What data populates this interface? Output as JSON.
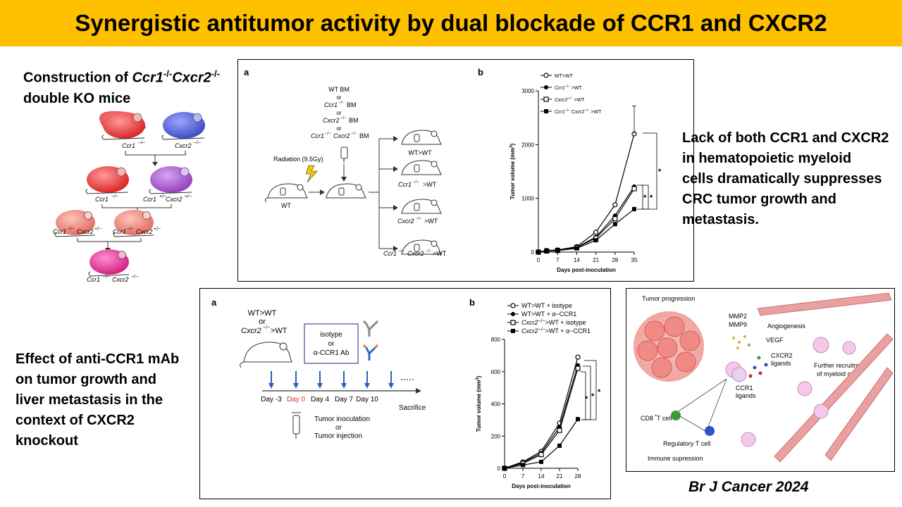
{
  "title": "Synergistic antitumor activity by dual blockade of CCR1 and CXCR2",
  "left_heading": {
    "line1_pre": "Construction of ",
    "line1_gene1": "Ccr1",
    "line1_sup1": "-/-",
    "line1_gene2": "Cxcr2",
    "line1_sup2": "-/-",
    "line2": "double KO mice"
  },
  "breeding": {
    "gen0": [
      "Ccr1",
      "Cxcr2"
    ],
    "gen1": [
      "Ccr1",
      "Ccr1",
      "Cxcr2"
    ],
    "gen2": [
      "Ccr1",
      "Cxcr2",
      "Ccr1",
      "Cxcr2"
    ],
    "gen3": [
      "Ccr1",
      "Cxcr2"
    ],
    "sup_ko": "−/−",
    "sup_het": "+/−"
  },
  "right_text": [
    "Lack of both CCR1 and CXCR2",
    "in hematopoietic myeloid",
    "cells dramatically suppresses",
    "CRC tumor growth and",
    "metastasis."
  ],
  "left_text2": [
    "Effect of anti-CCR1 mAb",
    "on tumor growth and",
    "liver metastasis in the",
    "context of CXCR2",
    "knockout"
  ],
  "citation": "Br J Cancer 2024",
  "panel1": {
    "label_a": "a",
    "label_b": "b",
    "bm_options": {
      "wt_bm": "WT BM",
      "or": "or",
      "ccr1": "Ccr1",
      "cxcr2": "Cxcr2",
      "bm": "BM",
      "sup": "−/−"
    },
    "radiation": "Radiation (9.5Gy)",
    "donor": "WT",
    "recipients": [
      "WT>WT",
      "Ccr1",
      ">WT",
      "Cxcr2",
      ">WT",
      "Ccr1",
      "Cxcr2",
      ">WT"
    ],
    "sup": "−/−"
  },
  "panel2": {
    "label_a": "a",
    "label_b": "b",
    "groups": {
      "wtwt": "WT>WT",
      "or": "or",
      "cxcr2": "Cxcr2",
      "sup": "−/−",
      "gt": ">WT"
    },
    "treatment": {
      "line1": "isotype",
      "line2": "or",
      "line3": "α-CCR1 Ab"
    },
    "timeline": [
      "Day -3",
      "Day 0",
      "Day 4",
      "Day 7",
      "Day 10"
    ],
    "sacrifice": "Sacrifice",
    "inoculation": {
      "line1": "Tumor inoculation",
      "line2": "or",
      "line3": "Tumor injection"
    }
  },
  "panel3": {
    "labels": {
      "progression": "Tumor progression",
      "mmp2": "MMP2",
      "mmp9": "MMP9",
      "angio": "Angiogenesis",
      "vegf": "VEGF",
      "cxcr2_lig1": "CXCR2",
      "cxcr2_lig2": "ligands",
      "recruit1": "Further recruitment",
      "recruit2": "of myeloid cells",
      "ccr1_lig1": "CCR1",
      "ccr1_lig2": "ligands",
      "cd8": "CD8",
      "cd8_sup": "+",
      "cd8_rest": " T cell",
      "treg": "Regulatory T cell",
      "immune": "Immune supression"
    }
  },
  "chart_data": [
    {
      "type": "line",
      "xlabel": "Days post-inoculation",
      "ylabel": "Tumor volume (mm",
      "ylabel_sup": "3",
      "ylabel_end": ")",
      "xlim": [
        0,
        35
      ],
      "ylim": [
        0,
        3000
      ],
      "xticks": [
        0,
        7,
        14,
        21,
        28,
        35
      ],
      "yticks": [
        0,
        1000,
        2000,
        3000
      ],
      "x": [
        0,
        3,
        7,
        14,
        21,
        28,
        35
      ],
      "series": [
        {
          "name": "WT>WT",
          "marker": "open-circle",
          "values": [
            0,
            30,
            40,
            100,
            370,
            880,
            2200
          ]
        },
        {
          "name": "Ccr1−/− >WT",
          "name_parts": [
            "Ccr1",
            "−/−",
            " >WT"
          ],
          "marker": "filled-circle",
          "values": [
            0,
            25,
            35,
            90,
            280,
            680,
            1220
          ]
        },
        {
          "name": "Cxcr2−/− >WT",
          "name_parts": [
            "Cxcr2",
            "−/−",
            " >WT"
          ],
          "marker": "open-square",
          "values": [
            0,
            20,
            30,
            85,
            260,
            620,
            1180
          ]
        },
        {
          "name": "Ccr1−/− Cxcr2−/− >WT",
          "name_parts": [
            "Ccr1",
            "−/−",
            " Cxcr2",
            "−/−",
            " >WT"
          ],
          "marker": "filled-square",
          "values": [
            0,
            18,
            28,
            70,
            220,
            520,
            800
          ]
        }
      ],
      "annotations": [
        "*",
        "*",
        "*"
      ],
      "legend": "top-left"
    },
    {
      "type": "line",
      "xlabel": "Days post-inoculation",
      "ylabel": "Tumor volume (mm",
      "ylabel_sup": "3",
      "ylabel_end": ")",
      "xlim": [
        0,
        28
      ],
      "ylim": [
        0,
        800
      ],
      "xticks": [
        0,
        7,
        14,
        21,
        28
      ],
      "yticks": [
        0,
        200,
        400,
        600,
        800
      ],
      "x": [
        0,
        7,
        14,
        21,
        28
      ],
      "series": [
        {
          "name": "WT>WT + isotype",
          "name_parts": [
            "WT>WT + isotype"
          ],
          "marker": "open-circle",
          "values": [
            0,
            40,
            105,
            280,
            690
          ]
        },
        {
          "name": "WT>WT + α−CCR1",
          "name_parts": [
            "WT>WT + α−CCR1"
          ],
          "marker": "filled-circle",
          "values": [
            0,
            35,
            95,
            255,
            640
          ]
        },
        {
          "name": "Cxcr2−/−>WT + isotype",
          "name_parts": [
            "Cxcr2",
            "−/−",
            ">WT + isotype"
          ],
          "marker": "open-square",
          "values": [
            0,
            30,
            85,
            235,
            620
          ]
        },
        {
          "name": "Cxcr2−/−>WT + α−CCR1",
          "name_parts": [
            "Cxcr2",
            "−/−",
            ">WT + α−CCR1"
          ],
          "marker": "filled-square",
          "values": [
            0,
            20,
            40,
            140,
            305
          ]
        }
      ],
      "annotations": [
        "*",
        "*",
        "*"
      ],
      "legend": "top-left"
    }
  ]
}
